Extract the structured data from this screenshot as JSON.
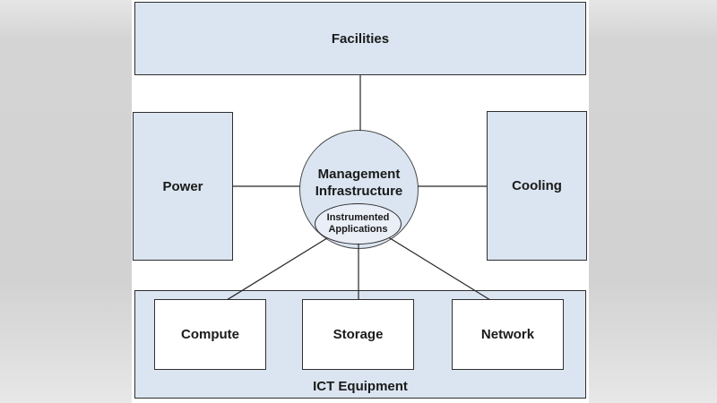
{
  "diagram": {
    "facilities": "Facilities",
    "power": "Power",
    "cooling": "Cooling",
    "management": "Management Infrastructure",
    "instrumented": "Instrumented Applications",
    "compute": "Compute",
    "storage": "Storage",
    "network": "Network",
    "ict": "ICT Equipment"
  },
  "colors": {
    "node_fill": "#dbe5f1",
    "node_border": "#2e2e2e",
    "panel_bg": "#ffffff",
    "page_bg": "#d2d2d2",
    "connector": "#262626"
  }
}
